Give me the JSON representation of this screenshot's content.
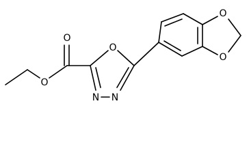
{
  "structure": {
    "atoms": {
      "ring_oxygen": "O",
      "ester_carbonyl_oxygen": "O",
      "ester_ether_oxygen": "O",
      "nitrogen_left": "N",
      "nitrogen_right": "N",
      "dioxole_oxygen_top": "O",
      "dioxole_oxygen_bottom": "O"
    }
  },
  "colors": {
    "bond": "#000000",
    "label": "#000000",
    "background": "#ffffff"
  }
}
